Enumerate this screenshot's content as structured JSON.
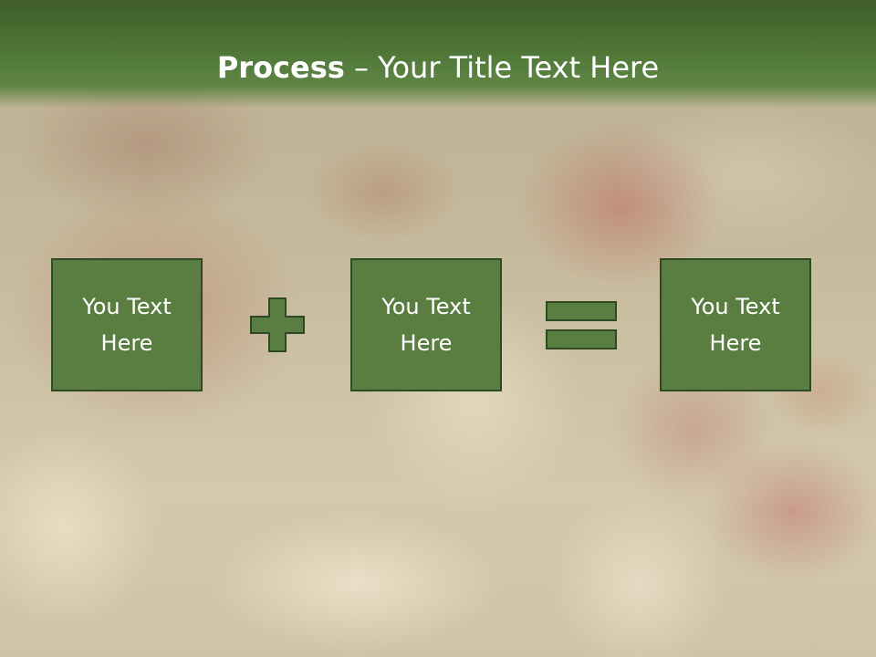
{
  "slide": {
    "title_bold": "Process",
    "title_rest": " – Your Title Text Here",
    "boxes": [
      {
        "line1": "You Text",
        "line2": "Here"
      },
      {
        "line1": "You Text",
        "line2": "Here"
      },
      {
        "line1": "You Text",
        "line2": "Here"
      }
    ],
    "operators": [
      "plus-icon",
      "equals-icon"
    ]
  },
  "colors": {
    "header_green": "#527a3a",
    "box_fill": "#5a7e42",
    "box_border": "#2f4a22",
    "text": "#ffffff"
  }
}
